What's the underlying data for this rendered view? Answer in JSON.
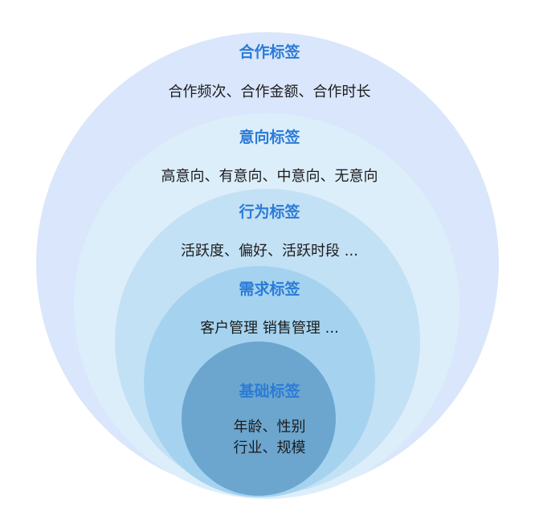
{
  "colors": {
    "title": "#2b7bd6",
    "layer1": "#d9e6fb",
    "layer2": "#ddeefb",
    "layer3": "#c3e1f5",
    "layer4": "#a5d3ef",
    "layer5": "#6ca6cf"
  },
  "layers": [
    {
      "title": "合作标签",
      "desc": "合作频次、合作金额、合作时长"
    },
    {
      "title": "意向标签",
      "desc": "高意向、有意向、中意向、无意向"
    },
    {
      "title": "行为标签",
      "desc": "活跃度、偏好、活跃时段 ..."
    },
    {
      "title": "需求标签",
      "desc": "客户管理 销售管理 ..."
    },
    {
      "title": "基础标签",
      "desc_lines": [
        "年龄、性别",
        "行业、规模"
      ]
    }
  ]
}
